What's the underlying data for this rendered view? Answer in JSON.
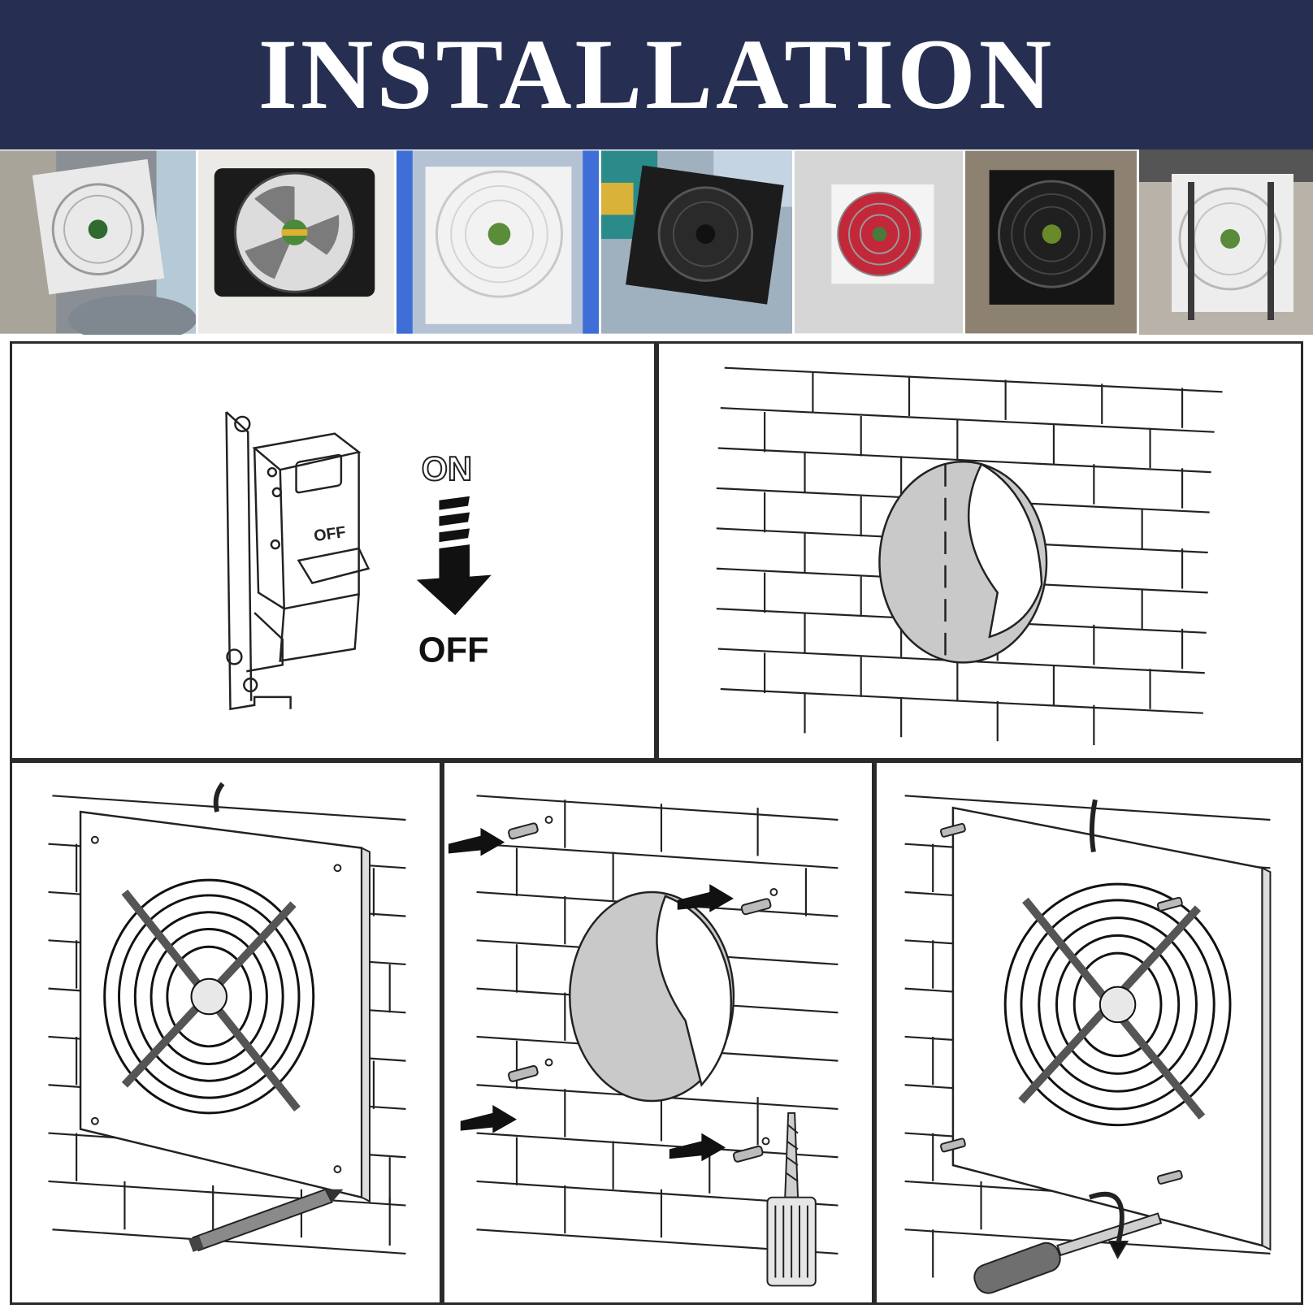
{
  "banner": {
    "title": "INSTALLATION",
    "background": "#262f52",
    "text_color": "#ffffff"
  },
  "photos": [
    {
      "name": "photo-white-fan-window",
      "frame_color": "#e6e6e6"
    },
    {
      "name": "photo-black-fan-wall",
      "frame_color": "#1a1a1a"
    },
    {
      "name": "photo-white-fan-blue-wall",
      "frame_color": "#f2f2f2"
    },
    {
      "name": "photo-black-fan-stained-glass",
      "frame_color": "#1c1c1c"
    },
    {
      "name": "photo-white-fan-red-blades",
      "frame_color": "#f4f4f4"
    },
    {
      "name": "photo-black-fan-concrete",
      "frame_color": "#151515"
    },
    {
      "name": "photo-white-fan-bars",
      "frame_color": "#ededed"
    }
  ],
  "steps": {
    "breaker": {
      "switch_label": "OFF",
      "on_label": "ON",
      "off_label": "OFF"
    }
  },
  "icons": {
    "breaker": "circuit-breaker-icon",
    "arrow": "arrow-down-icon",
    "hole": "wall-hole-icon",
    "fan": "fan-grille-icon",
    "pencil": "pencil-icon",
    "drill": "drill-icon",
    "screwdriver": "screwdriver-icon"
  }
}
